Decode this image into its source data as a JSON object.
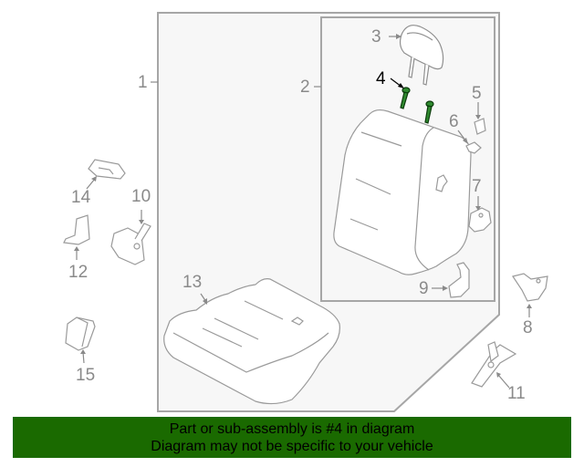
{
  "diagram": {
    "title": "Seat assembly exploded parts diagram",
    "highlighted_part": "4",
    "colors": {
      "frame": "#a6a6a6",
      "frame_fill": "#f7f7f7",
      "part_stroke": "#9a9a9a",
      "highlight": "#1f7a1f",
      "highlight_label": "#000000",
      "banner_bg": "#1a6a00"
    },
    "callouts": [
      {
        "id": "1",
        "label": "1",
        "part": "seat-assembly"
      },
      {
        "id": "2",
        "label": "2",
        "part": "seat-back-assembly"
      },
      {
        "id": "3",
        "label": "3",
        "part": "headrest"
      },
      {
        "id": "4",
        "label": "4",
        "part": "headrest-guide-bolts"
      },
      {
        "id": "5",
        "label": "5",
        "part": "guide-cap"
      },
      {
        "id": "6",
        "label": "6",
        "part": "clip"
      },
      {
        "id": "7",
        "label": "7",
        "part": "recliner-cover"
      },
      {
        "id": "8",
        "label": "8",
        "part": "bracket"
      },
      {
        "id": "9",
        "label": "9",
        "part": "hinge-cover"
      },
      {
        "id": "10",
        "label": "10",
        "part": "latch"
      },
      {
        "id": "11",
        "label": "11",
        "part": "seat-track"
      },
      {
        "id": "12",
        "label": "12",
        "part": "bracket"
      },
      {
        "id": "13",
        "label": "13",
        "part": "seat-cushion"
      },
      {
        "id": "14",
        "label": "14",
        "part": "cover"
      },
      {
        "id": "15",
        "label": "15",
        "part": "switch-cover"
      }
    ]
  },
  "banner": {
    "line1": "Part or sub-assembly is #4 in diagram",
    "line2": "Diagram may not be specific to your vehicle"
  }
}
